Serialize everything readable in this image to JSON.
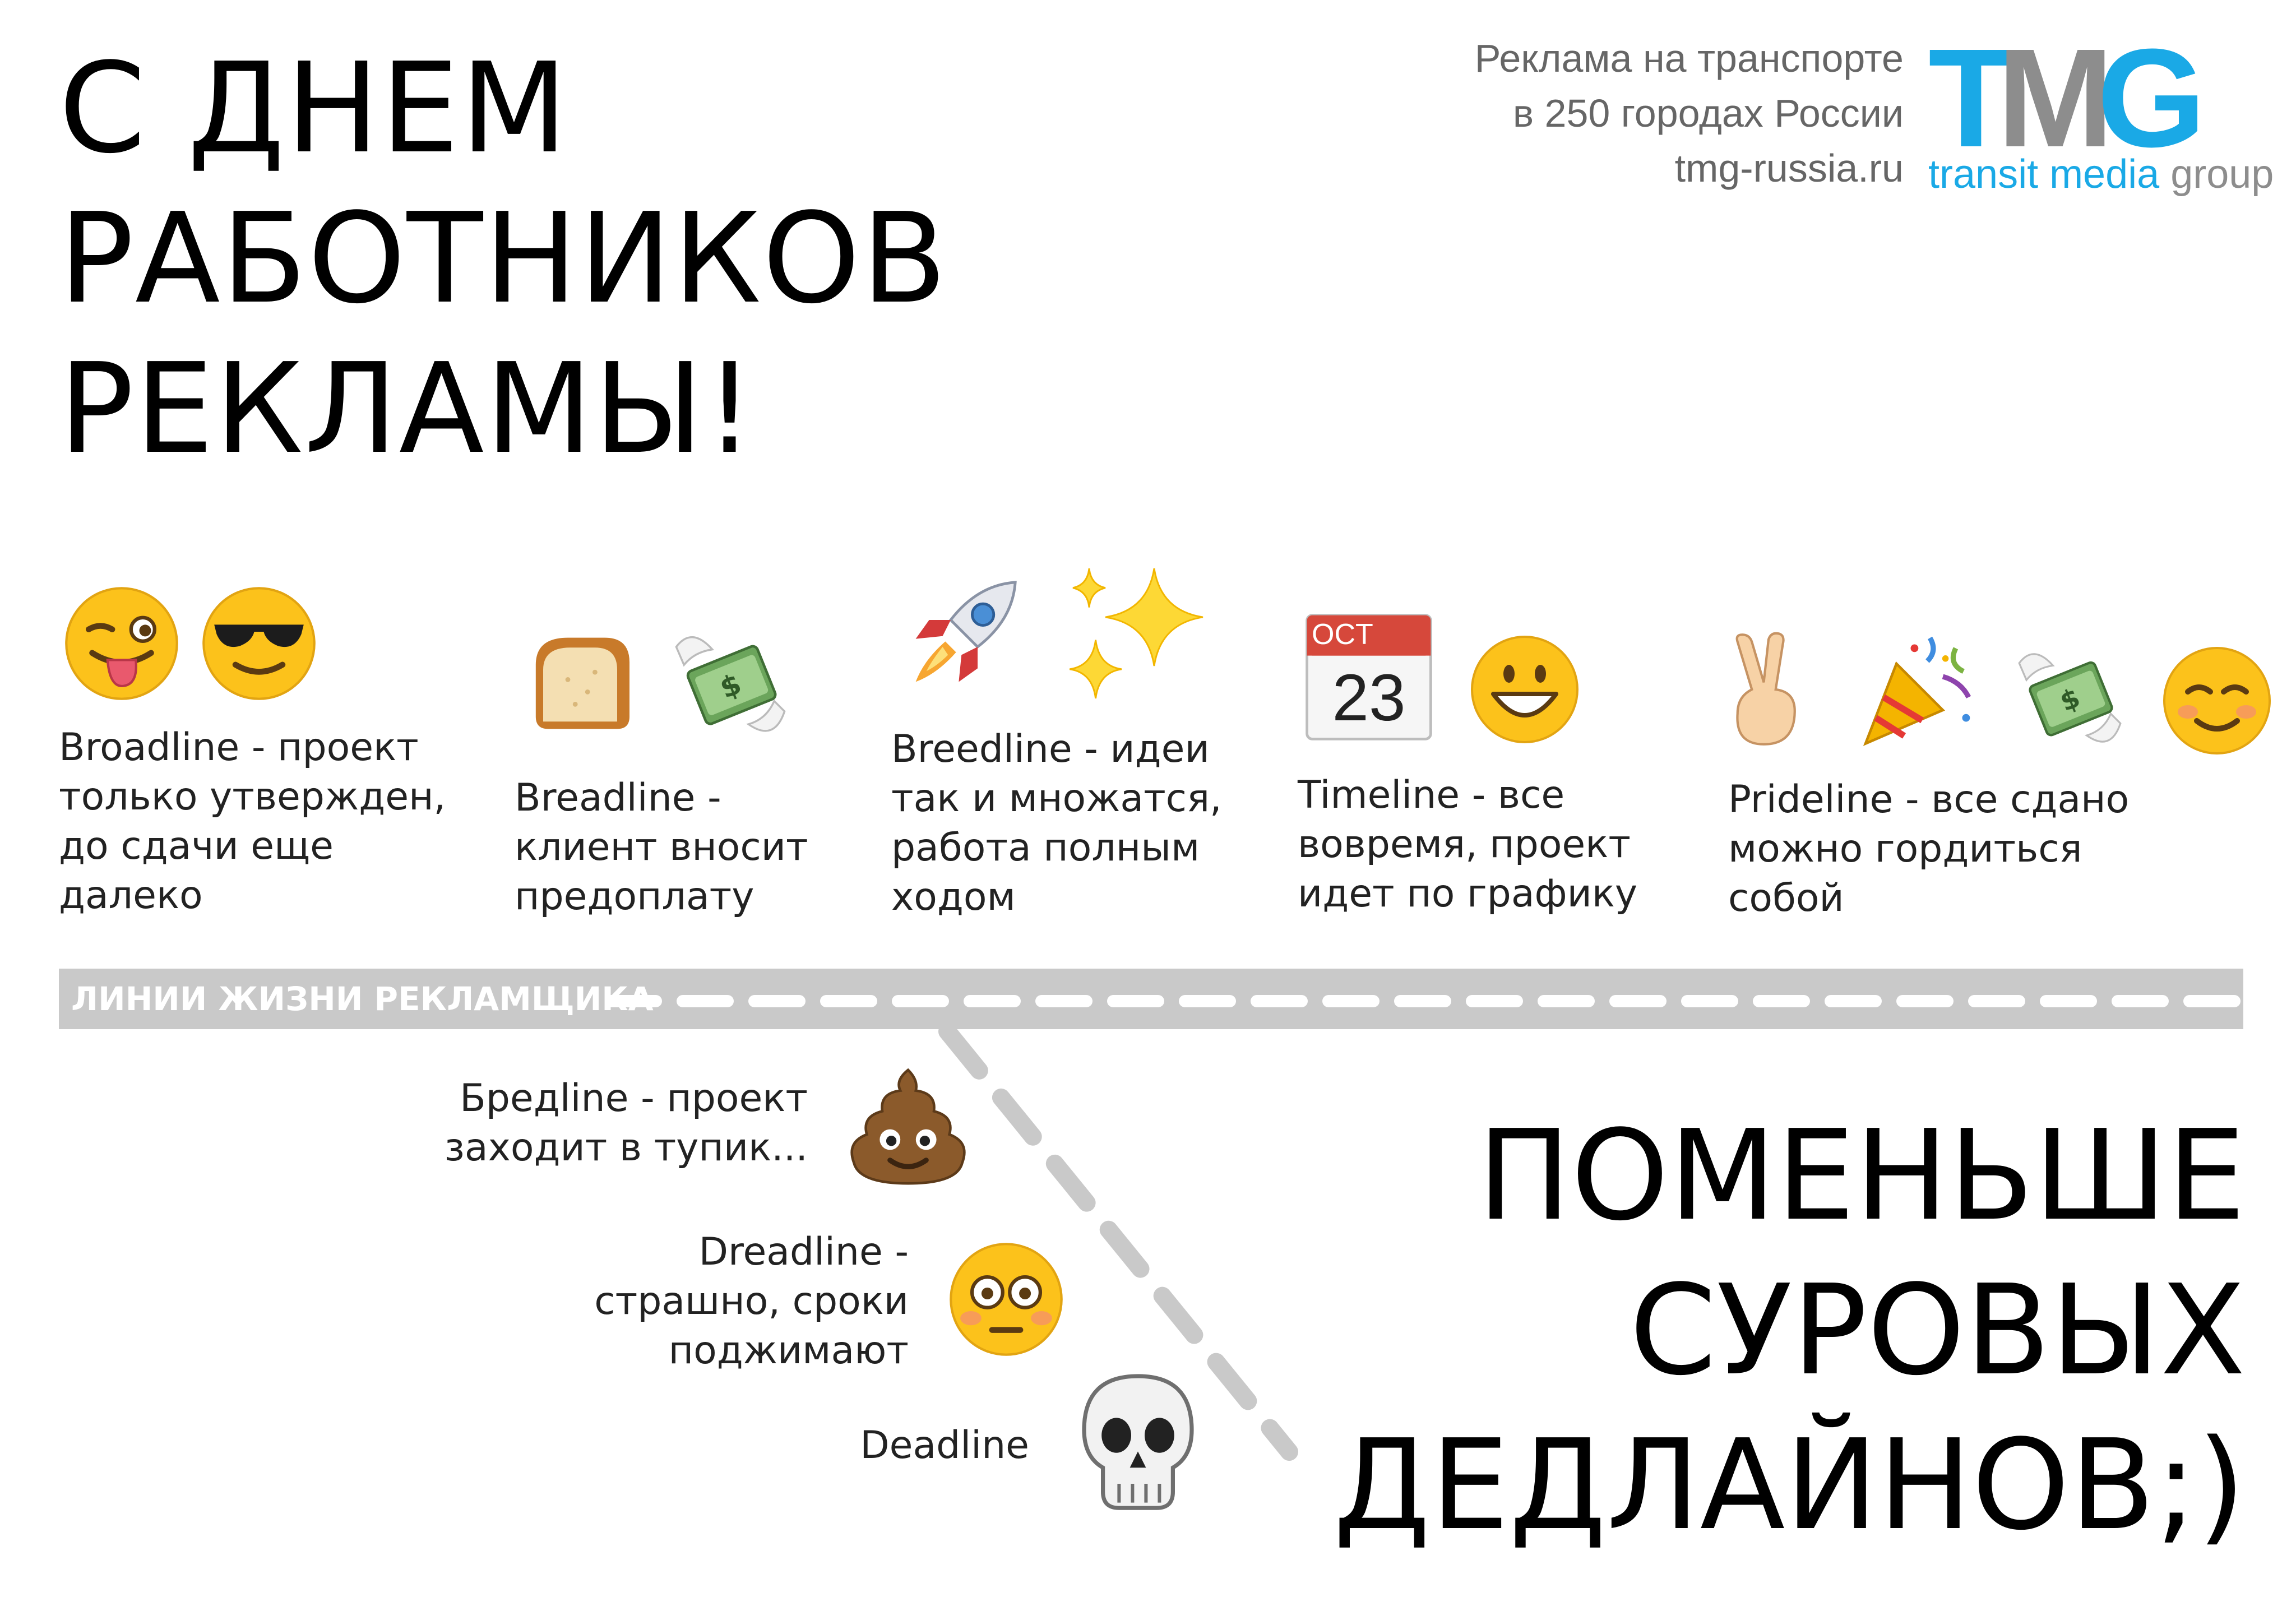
{
  "header": {
    "title_lines": [
      "С ДНЕМ",
      "РАБОТНИКОВ",
      "РЕКЛАМЫ!"
    ],
    "tagline_lines": [
      "Реклама на транспорте",
      "в 250 городах России",
      "tmg-russia.ru"
    ]
  },
  "logo": {
    "mark_t": "T",
    "mark_m": "M",
    "mark_g": "G",
    "sub_a": "transit media ",
    "sub_b": "group",
    "colors": {
      "blue": "#1aa9e6",
      "gray": "#8d8d8d"
    }
  },
  "stages": [
    {
      "lines": [
        "Broadline - проект",
        "только утвержден,",
        "до сдачи еще",
        "далеко"
      ],
      "icons": [
        "winking-tongue-face-icon",
        "sunglasses-face-icon"
      ]
    },
    {
      "lines": [
        "Breadline -",
        "клиент вносит",
        "предоплату"
      ],
      "icons": [
        "bread-icon",
        "money-with-wings-icon"
      ]
    },
    {
      "lines": [
        "Breedline - идеи",
        "так и множатся,",
        "работа полным",
        "ходом"
      ],
      "icons": [
        "rocket-icon",
        "sparkles-icon"
      ]
    },
    {
      "lines": [
        "Timeline - все",
        "вовремя, проект",
        "идет по графику"
      ],
      "icons": [
        "calendar-icon",
        "grinning-face-icon"
      ]
    },
    {
      "lines": [
        "Prideline - все сдано",
        "можно гордиться",
        "собой"
      ],
      "icons": [
        "victory-hand-icon",
        "party-popper-icon",
        "money-with-wings-icon",
        "smiling-blush-face-icon"
      ]
    }
  ],
  "calendar": {
    "month": "OCT",
    "day": "23"
  },
  "road": {
    "label": "ЛИНИИ ЖИЗНИ РЕКЛАМЩИКА",
    "color": "#c9c9c9"
  },
  "decline": [
    {
      "lines": [
        "Бредline - проект",
        "заходит в тупик..."
      ],
      "icon": "pile-of-poo-icon"
    },
    {
      "lines": [
        "Dreadline -",
        "страшно, сроки",
        "поджимают"
      ],
      "icon": "flushed-face-icon"
    },
    {
      "lines": [
        "Deadline"
      ],
      "icon": "skull-icon"
    }
  ],
  "slogan_lines": [
    "ПОМЕНЬШЕ",
    "СУРОВЫХ",
    "ДЕДЛАЙНОВ;)"
  ]
}
